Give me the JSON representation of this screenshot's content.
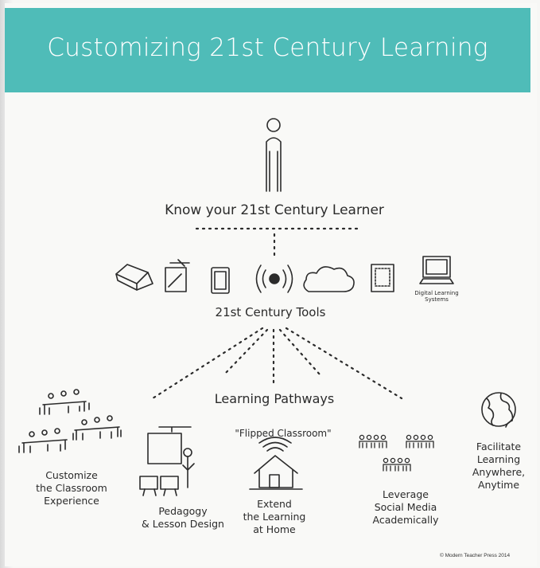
{
  "title": "Customizing 21st Century Learning",
  "learner_heading": "Know your 21st Century Learner",
  "tools_heading": "21st Century Tools",
  "tools": [
    {
      "name": "laptop-icon"
    },
    {
      "name": "interactive-whiteboard-icon"
    },
    {
      "name": "tablet-icon"
    },
    {
      "name": "wireless-signal-icon"
    },
    {
      "name": "cloud-icon"
    },
    {
      "name": "keypad-device-icon"
    },
    {
      "name": "computer-monitor-icon",
      "label": "Digital Learning Systems"
    }
  ],
  "pathways_heading": "Learning Pathways",
  "pathways": [
    {
      "id": "classroom",
      "label": "Customize\nthe Classroom\nExperience",
      "icon": "classroom-tables-icon"
    },
    {
      "id": "pedagogy",
      "label": "Pedagogy\n& Lesson Design",
      "icon": "teacher-whiteboard-icon"
    },
    {
      "id": "extend",
      "caption": "\"Flipped Classroom\"",
      "label": "Extend\nthe Learning\nat Home",
      "icon": "wifi-house-icon"
    },
    {
      "id": "social",
      "label": "Leverage\nSocial Media\nAcademically",
      "icon": "people-groups-icon"
    },
    {
      "id": "anywhere",
      "label": "Facilitate\nLearning\nAnywhere,\nAnytime",
      "icon": "globe-icon"
    }
  ],
  "copyright": "© Modern Teacher Press 2014",
  "colors": {
    "header": "#4fbcb8",
    "ink": "#2b2b2b",
    "background": "#f9f9f7"
  }
}
